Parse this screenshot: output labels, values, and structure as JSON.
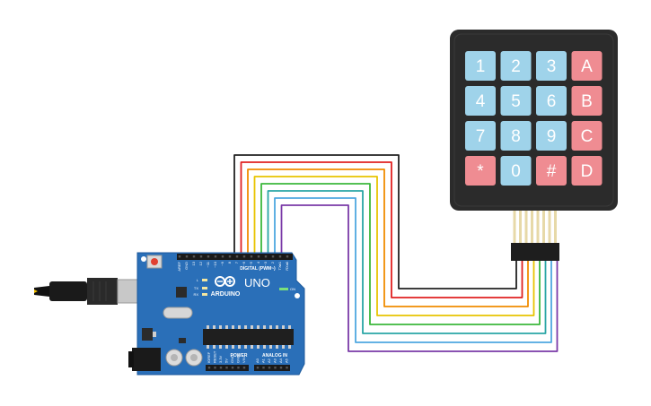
{
  "keypad": {
    "rows": [
      [
        {
          "label": "1",
          "kind": "num"
        },
        {
          "label": "2",
          "kind": "num"
        },
        {
          "label": "3",
          "kind": "num"
        },
        {
          "label": "A",
          "kind": "letter"
        }
      ],
      [
        {
          "label": "4",
          "kind": "num"
        },
        {
          "label": "5",
          "kind": "num"
        },
        {
          "label": "6",
          "kind": "num"
        },
        {
          "label": "B",
          "kind": "letter"
        }
      ],
      [
        {
          "label": "7",
          "kind": "num"
        },
        {
          "label": "8",
          "kind": "num"
        },
        {
          "label": "9",
          "kind": "num"
        },
        {
          "label": "C",
          "kind": "letter"
        }
      ],
      [
        {
          "label": "*",
          "kind": "letter"
        },
        {
          "label": "0",
          "kind": "num"
        },
        {
          "label": "#",
          "kind": "letter"
        },
        {
          "label": "D",
          "kind": "letter"
        }
      ]
    ],
    "colors": {
      "body": "#2b2b2b",
      "num_key": "#9fd3ea",
      "letter_key": "#ef8c92"
    }
  },
  "wires": {
    "colors": [
      "#222222",
      "#e02020",
      "#f08c00",
      "#e8c400",
      "#3db83d",
      "#2aa6a6",
      "#4ea8e0",
      "#7a3aa8"
    ]
  },
  "board": {
    "brand": "ARDUINO",
    "model": "UNO",
    "digital_label": "DIGITAL (PWM~)",
    "power_label": "POWER",
    "analog_label": "ANALOG IN",
    "on_label": "ON",
    "led_labels": [
      "L",
      "TX",
      "RX"
    ],
    "digital_pins": [
      "AREF",
      "GND",
      "13",
      "12",
      "~11",
      "~10",
      "~9",
      "8",
      "7",
      "~6",
      "~5",
      "4",
      "~3",
      "2",
      "TX▸1",
      "RX◂0"
    ],
    "power_pins": [
      "IOREF",
      "RESET",
      "3.3V",
      "5V",
      "GND",
      "GND",
      "VIN"
    ],
    "analog_pins": [
      "A0",
      "A1",
      "A2",
      "A3",
      "A4",
      "A5"
    ],
    "colors": {
      "pcb": "#2a6fb8",
      "pcb_edge": "#1d5a9c"
    }
  }
}
